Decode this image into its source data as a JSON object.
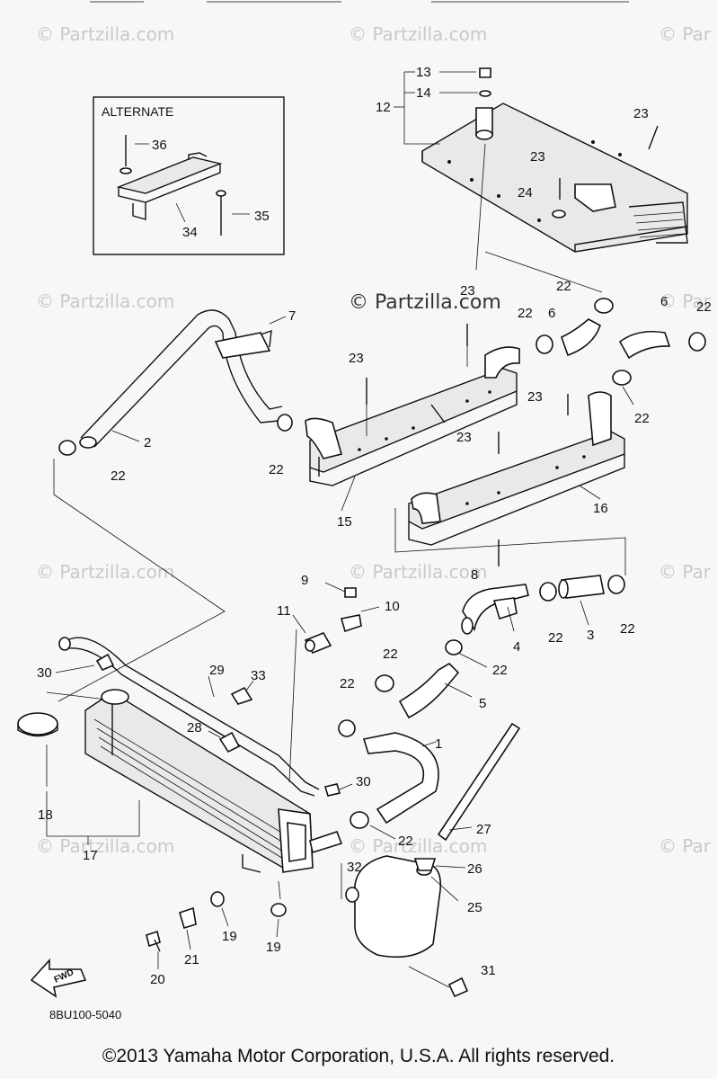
{
  "watermark": {
    "text": "© Partzilla.com",
    "text_partial": "© Par",
    "center_text": "© Partzilla.com"
  },
  "alternate": {
    "title": "ALTERNATE"
  },
  "diagram_code": "8BU100-5040",
  "fwd_label": "FWD",
  "copyright": "©2013  Yamaha Motor Corporation, U.S.A. All rights reserved.",
  "callouts": {
    "c1": "1",
    "c2": "2",
    "c3": "3",
    "c4": "4",
    "c5": "5",
    "c6": "6",
    "c7": "7",
    "c8": "8",
    "c9": "9",
    "c10": "10",
    "c11": "11",
    "c12": "12",
    "c13": "13",
    "c14": "14",
    "c15": "15",
    "c16": "16",
    "c17": "17",
    "c18": "18",
    "c19": "19",
    "c20": "20",
    "c21": "21",
    "c22": "22",
    "c23": "23",
    "c24": "24",
    "c25": "25",
    "c26": "26",
    "c27": "27",
    "c28": "28",
    "c29": "29",
    "c30": "30",
    "c31": "31",
    "c32": "32",
    "c33": "33",
    "c34": "34",
    "c35": "35",
    "c36": "36"
  }
}
